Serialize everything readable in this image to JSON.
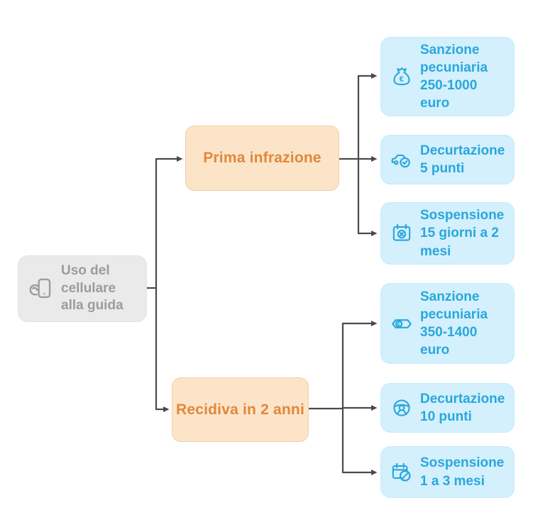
{
  "diagram": {
    "root": {
      "label": "Uso del cellulare alla guida",
      "icon": "phone-hand-icon"
    },
    "branches": [
      {
        "label": "Prima infrazione",
        "outcomes": [
          {
            "label": "Sanzione pecuniaria 250-1000 euro",
            "icon": "money-bag-euro-icon"
          },
          {
            "label": "Decurtazione 5 punti",
            "icon": "car-check-icon"
          },
          {
            "label": "Sospensione 15 giorni a 2 mesi",
            "icon": "calendar-x-icon"
          }
        ]
      },
      {
        "label": "Recidiva in 2 anni",
        "outcomes": [
          {
            "label": "Sanzione pecuniaria 350-1400 euro",
            "icon": "euro-tag-icon"
          },
          {
            "label": "Decurtazione 10 punti",
            "icon": "steering-wheel-icon"
          },
          {
            "label": "Sospensione 1 a 3 mesi",
            "icon": "calendar-ban-icon"
          }
        ]
      }
    ],
    "colors": {
      "root_fill": "#eaeaea",
      "root_border": "#e2e2e2",
      "root_text": "#9c9c9c",
      "branch_fill": "#fce4c9",
      "branch_border": "#f3cfa4",
      "branch_text": "#e0883b",
      "leaf_fill": "#d3f0fc",
      "leaf_border": "#c6eafa",
      "leaf_text": "#2aa7dd",
      "edge": "#4a4a4a",
      "bg": "#ffffff"
    }
  }
}
